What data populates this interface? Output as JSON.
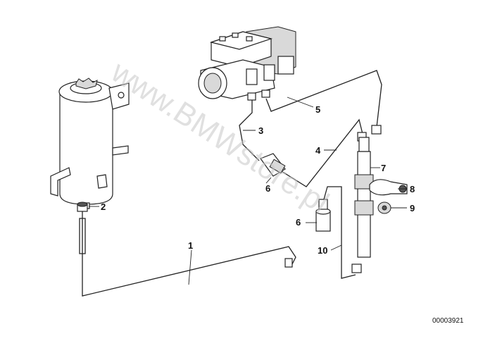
{
  "watermark": "www.BMWstore.pl",
  "document_number": "00003921",
  "callouts": [
    {
      "id": "1",
      "label": "1"
    },
    {
      "id": "2",
      "label": "2"
    },
    {
      "id": "3",
      "label": "3"
    },
    {
      "id": "4",
      "label": "4"
    },
    {
      "id": "5",
      "label": "5"
    },
    {
      "id": "6a",
      "label": "6"
    },
    {
      "id": "6b",
      "label": "6"
    },
    {
      "id": "7",
      "label": "7"
    },
    {
      "id": "8",
      "label": "8"
    },
    {
      "id": "9",
      "label": "9"
    },
    {
      "id": "10",
      "label": "10"
    }
  ]
}
